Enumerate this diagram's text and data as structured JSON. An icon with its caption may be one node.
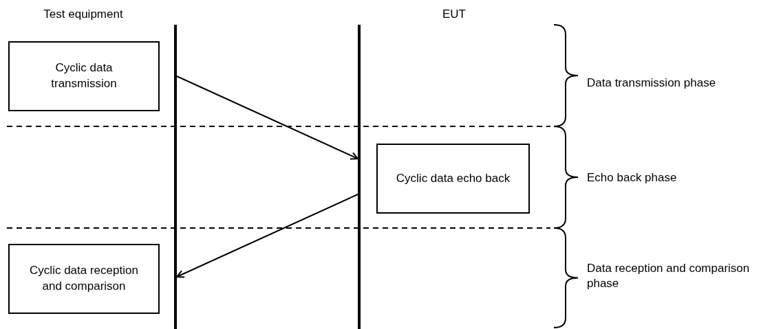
{
  "diagram": {
    "nodes": [
      {
        "text": [
          "Cyclic data transmission"
        ]
      },
      {
        "text": [
          "Cyclic data echo back"
        ]
      },
      {
        "text": [
          "Cyclic data reception and comparison"
        ]
      },
      {
        "text": [],
        "shape": "bar"
      },
      {
        "text": [],
        "shape": "bar"
      }
    ],
    "edges": [
      {
        "from": 3,
        "to": 4,
        "arrow": "to"
      },
      {
        "from": 4,
        "to": 3,
        "arrow": "to"
      }
    ],
    "labels": [
      "Test equipment",
      "EUT",
      "Data transmission phase",
      "Echo back phase",
      "Data reception and comparison phase"
    ]
  }
}
